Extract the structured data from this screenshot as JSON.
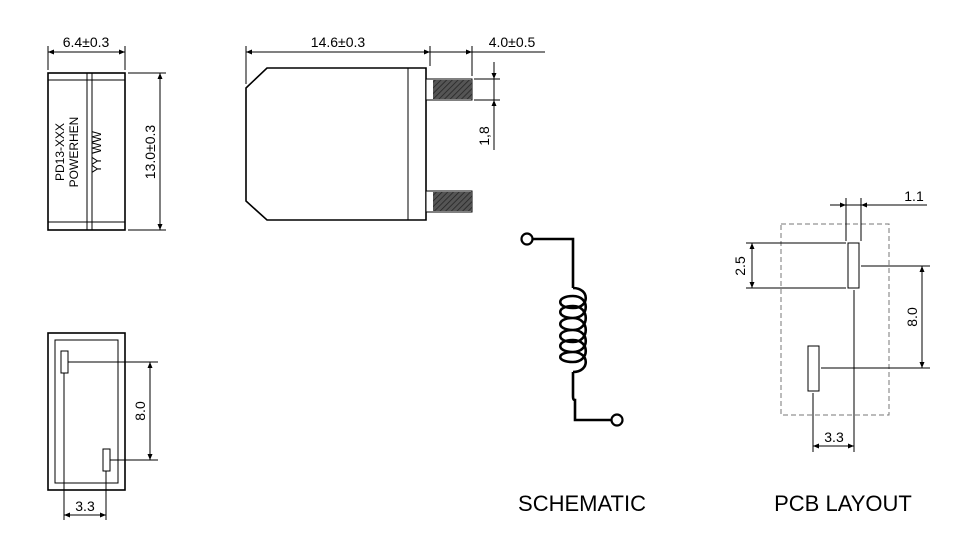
{
  "front_view": {
    "width_dim": "6.4±0.3",
    "height_dim": "13.0±0.3",
    "marking": [
      "PD13-XXX",
      "POWERHEN",
      "YY WW"
    ]
  },
  "side_view": {
    "length_dim": "14.6±0.3",
    "lead_length_dim": "4.0±0.5",
    "lead_width_dim": "1,8"
  },
  "bottom_view": {
    "pitch_dim": "8.0",
    "offset_dim": "3.3"
  },
  "schematic": {
    "title": "SCHEMATIC"
  },
  "pcb_layout": {
    "title": "PCB LAYOUT",
    "pad_width_dim": "1.1",
    "pad_length_dim": "2.5",
    "pitch_dim": "8.0",
    "offset_dim": "3.3"
  }
}
